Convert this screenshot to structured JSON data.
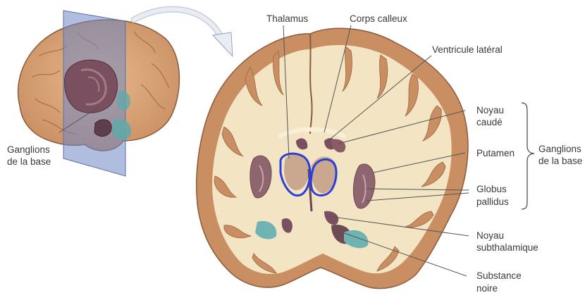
{
  "labels": {
    "thalamus": "Thalamus",
    "corps_calleux": "Corps calleux",
    "ventricule_lateral": "Ventricule latéral",
    "noyau_caude_1": "Noyau",
    "noyau_caude_2": "caudé",
    "putamen": "Putamen",
    "globus_1": "Globus",
    "globus_2": "pallidus",
    "noyau_subth_1": "Noyau",
    "noyau_subth_2": "subthalamique",
    "substance_1": "Substance",
    "substance_2": "noire",
    "ganglions_right_1": "Ganglions",
    "ganglions_right_2": "de la base",
    "ganglions_left_1": "Ganglions",
    "ganglions_left_2": "de la base"
  },
  "colors": {
    "brain_outer": "#d9a678",
    "gray_matter": "#c8926b",
    "white_matter": "#f4e6c8",
    "nucleus": "#9a6e6e",
    "nucleus_dark": "#6e4a52",
    "teal": "#6fb3b3",
    "highlight": "#2a3fd8",
    "plane": "#7f93c9"
  }
}
